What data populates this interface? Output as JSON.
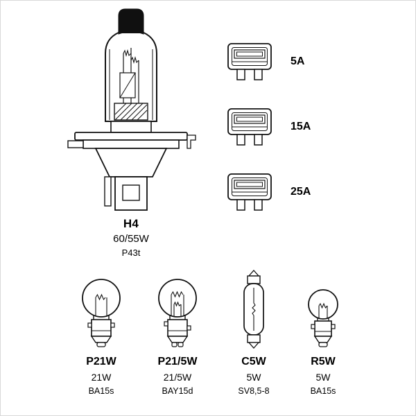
{
  "h4": {
    "name": "H4",
    "wattage": "60/55W",
    "base": "P43t"
  },
  "fuses": [
    {
      "label": "5A"
    },
    {
      "label": "15A"
    },
    {
      "label": "25A"
    }
  ],
  "bulbs": [
    {
      "name": "P21W",
      "wattage": "21W",
      "base": "BA15s"
    },
    {
      "name": "P21/5W",
      "wattage": "21/5W",
      "base": "BAY15d"
    },
    {
      "name": "C5W",
      "wattage": "5W",
      "base": "SV8,5-8"
    },
    {
      "name": "R5W",
      "wattage": "5W",
      "base": "BA15s"
    }
  ]
}
